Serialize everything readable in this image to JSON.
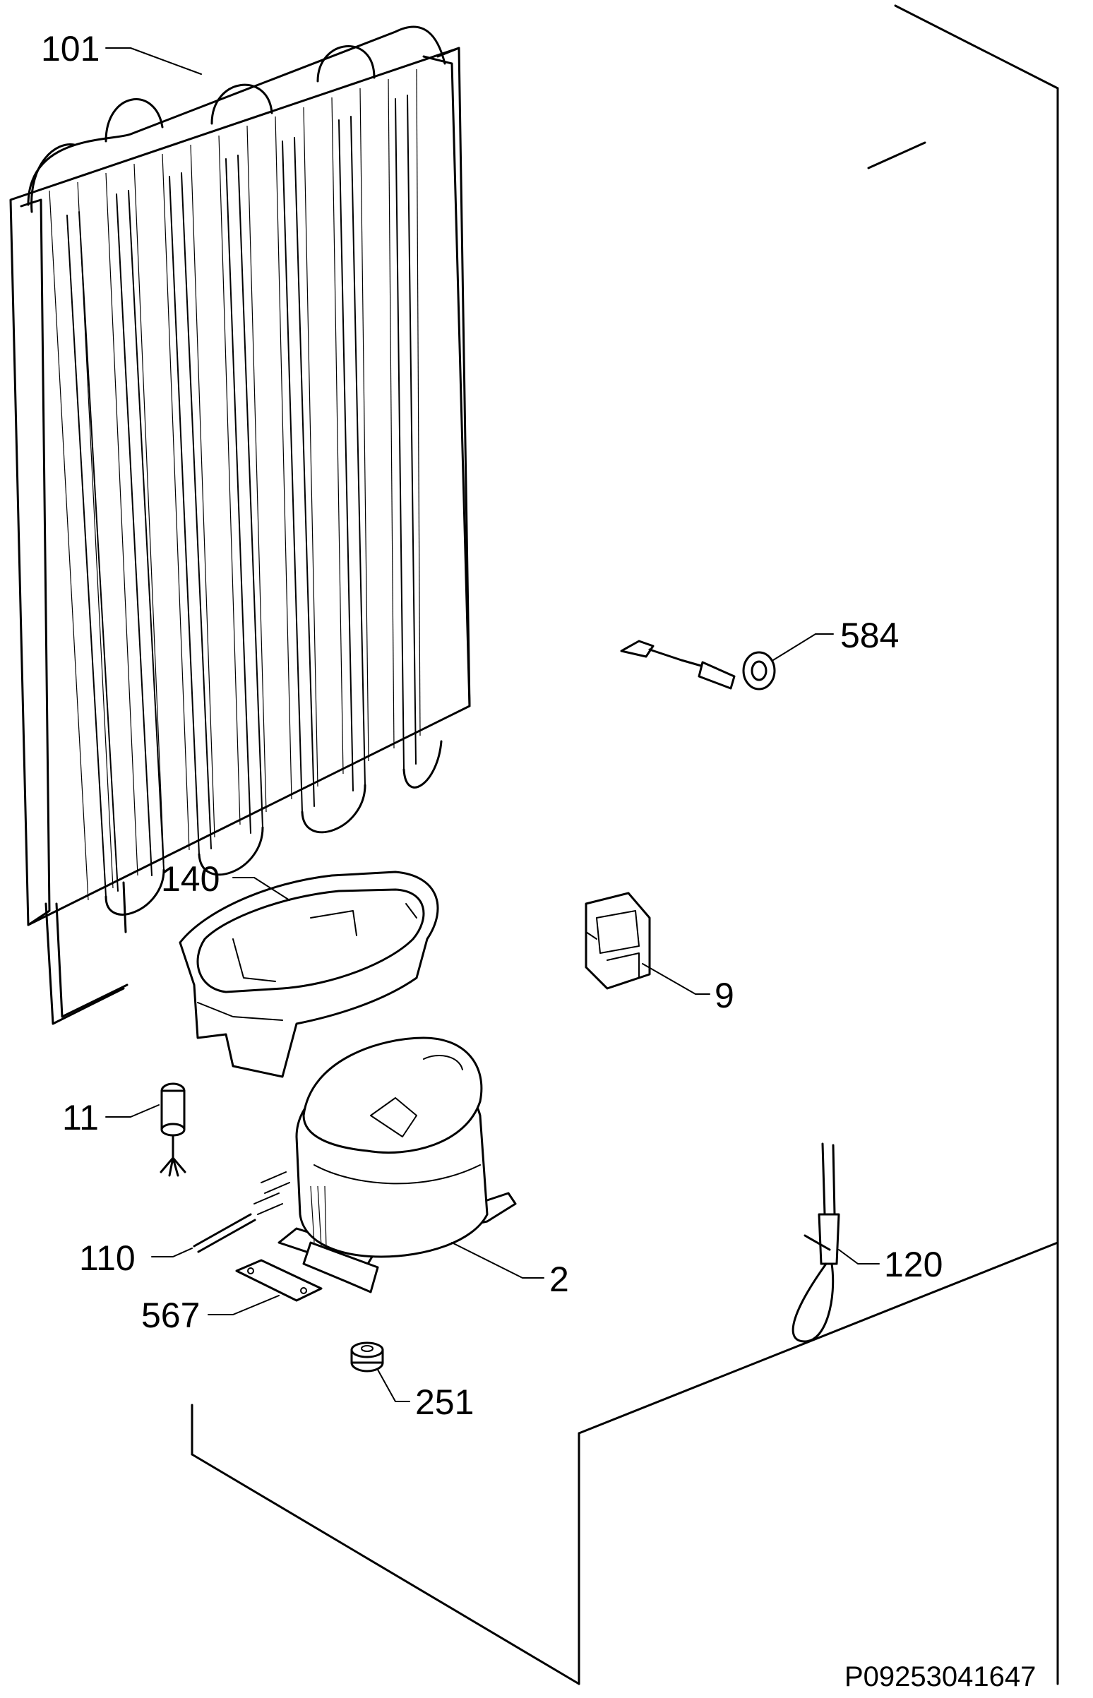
{
  "drawing_code": "P09253041647",
  "callouts": [
    {
      "id": "101",
      "label": "101",
      "part": "condenser"
    },
    {
      "id": "584",
      "label": "584",
      "part": "cable-with-grommet"
    },
    {
      "id": "140",
      "label": "140",
      "part": "drip-tray"
    },
    {
      "id": "9",
      "label": "9",
      "part": "relay-block"
    },
    {
      "id": "11",
      "label": "11",
      "part": "filter-drier"
    },
    {
      "id": "110",
      "label": "110",
      "part": "service-tube"
    },
    {
      "id": "2",
      "label": "2",
      "part": "compressor"
    },
    {
      "id": "120",
      "label": "120",
      "part": "sensor-cable"
    },
    {
      "id": "567",
      "label": "567",
      "part": "mounting-plate"
    },
    {
      "id": "251",
      "label": "251",
      "part": "rubber-grommet"
    }
  ]
}
